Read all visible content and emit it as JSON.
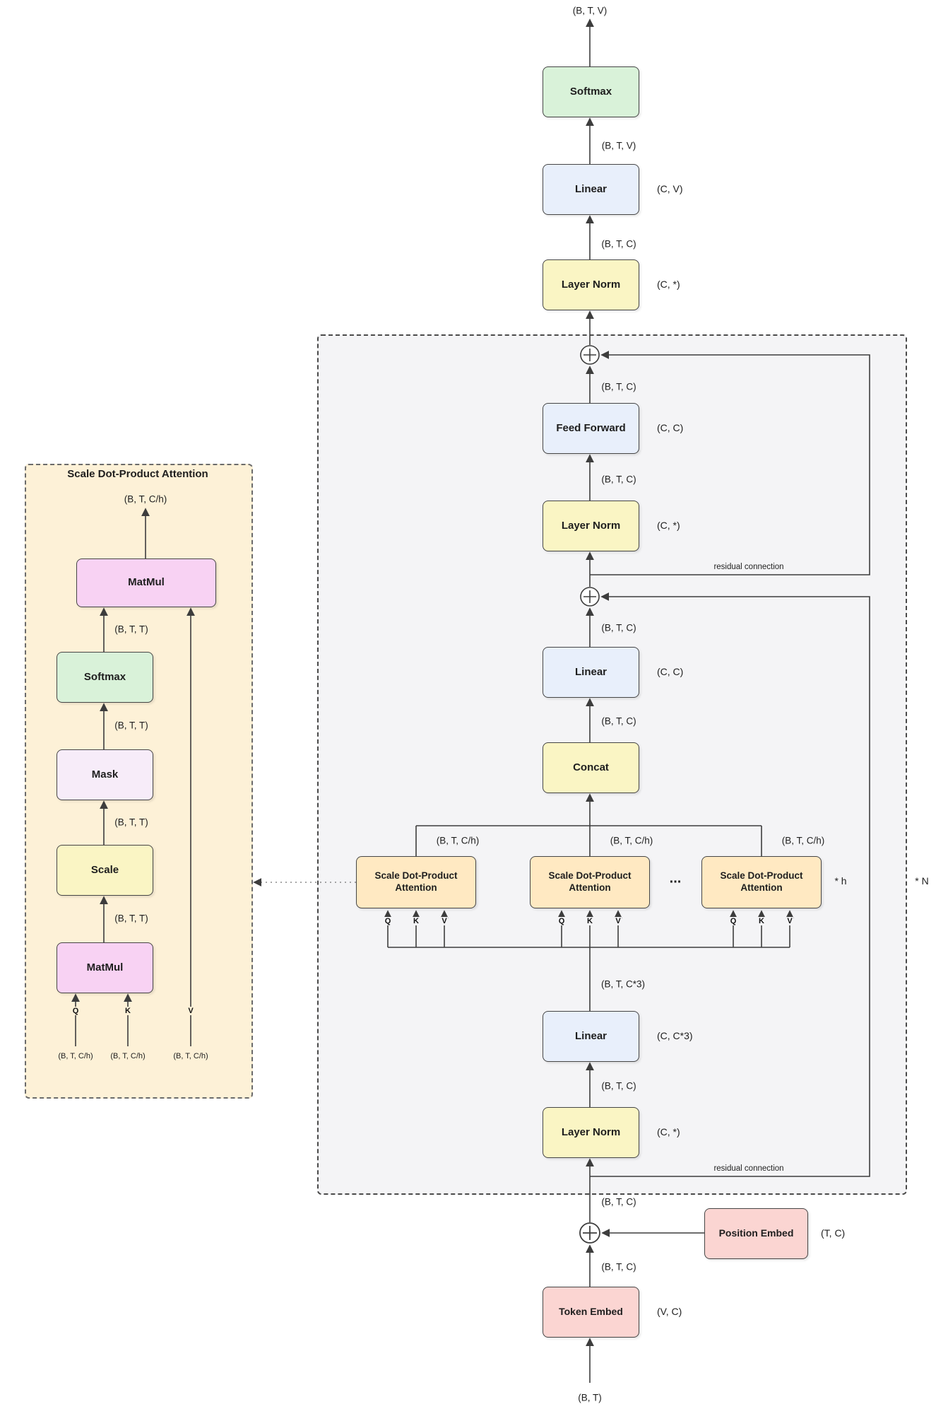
{
  "colors": {
    "green": "#d9f2d9",
    "blue": "#e8effb",
    "yellow": "#faf5c4",
    "pink": "#fbd5d2",
    "magenta": "#f8d2f3",
    "lavender": "#f7ecf9",
    "tan": "#ffe9c2",
    "panel_gray": "#f4f4f6",
    "panel_cream": "#fdf1d7"
  },
  "nodes": {
    "softmax": "Softmax",
    "linear": "Linear",
    "layer_norm": "Layer Norm",
    "feed_forward": "Feed Forward",
    "concat": "Concat",
    "attention": "Scale Dot-Product Attention",
    "token_embed": "Token Embed",
    "position_embed": "Position Embed",
    "matmul": "MatMul",
    "mask": "Mask",
    "scale": "Scale"
  },
  "shapes": {
    "btv": "(B, T, V)",
    "btc": "(B, T, C)",
    "btc3": "(B, T, C*3)",
    "btch": "(B, T, C/h)",
    "btt": "(B, T, T)",
    "bt": "(B, T)",
    "cv": "(C, V)",
    "c_any": "(C, *)",
    "cc": "(C, C)",
    "cc3": "(C, C*3)",
    "tc": "(T, C)",
    "vc": "(V, C)"
  },
  "annotations": {
    "residual": "residual connection",
    "per_head": "* h",
    "per_layer": "* N",
    "ellipsis": "...",
    "q": "Q",
    "k": "K",
    "v": "V",
    "detail_title": "Scale Dot-Product Attention"
  }
}
